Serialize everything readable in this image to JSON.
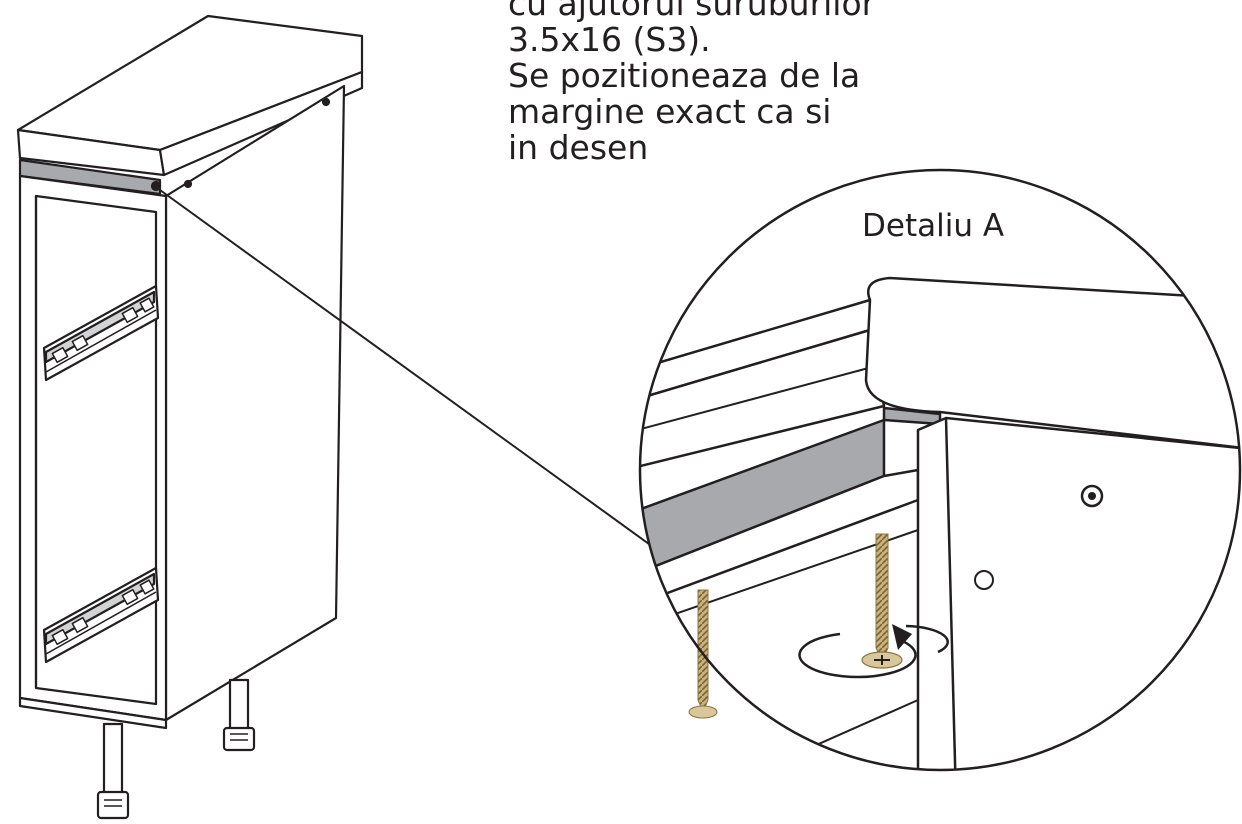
{
  "instructions": {
    "lines": [
      "cu ajutorul suruburilor",
      "3.5x16 (S3).",
      "Se pozitioneaza de la",
      "margine exact ca si",
      "in desen"
    ]
  },
  "detail": {
    "label": "Detaliu A"
  },
  "colors": {
    "line": "#231f20",
    "rail_gray": "#a7a9ac",
    "screw_tan": "#b8a070",
    "background": "#ffffff"
  },
  "icons": [
    "screw-icon",
    "rotation-arrow-icon",
    "screw-head-icon",
    "drill-hole-icon"
  ]
}
